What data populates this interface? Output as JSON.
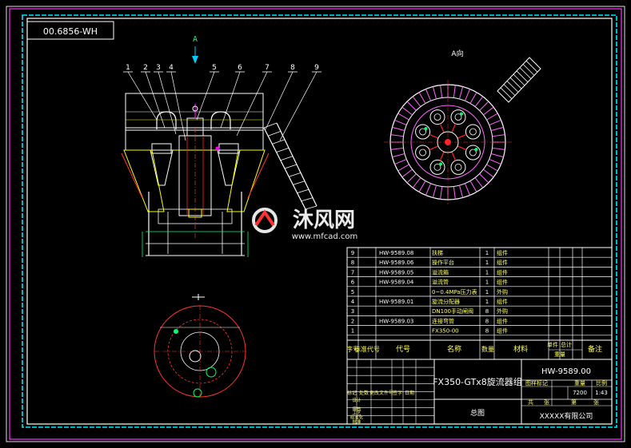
{
  "drawing_code": "HW-9589.00",
  "drawing_code_mirrored": "00.6856-WH",
  "view_label": "A",
  "view_a_title": "A向",
  "callouts": [
    "1",
    "2",
    "3",
    "4",
    "5",
    "6",
    "7",
    "8",
    "9"
  ],
  "bom": {
    "rows": [
      {
        "no": "9",
        "code": "HW-9589.08",
        "name": "扶梯",
        "qty": "1",
        "material": "",
        "note": "组件"
      },
      {
        "no": "8",
        "code": "HW-9589.06",
        "name": "操作平台",
        "qty": "1",
        "material": "",
        "note": "组件"
      },
      {
        "no": "7",
        "code": "HW-9589.05",
        "name": "溢流箱",
        "qty": "1",
        "material": "",
        "note": "组件"
      },
      {
        "no": "6",
        "code": "HW-9589.04",
        "name": "溢流管",
        "qty": "1",
        "material": "",
        "note": "组件"
      },
      {
        "no": "5",
        "code": "",
        "name": "0~0.4MPa压力表",
        "qty": "1",
        "material": "",
        "note": "外购"
      },
      {
        "no": "4",
        "code": "HW-9589.01",
        "name": "旋流分配器",
        "qty": "1",
        "material": "",
        "note": "组件"
      },
      {
        "no": "3",
        "code": "",
        "name": "DN100手动闸阀",
        "qty": "8",
        "material": "",
        "note": "外购"
      },
      {
        "no": "2",
        "code": "HW-9589.03",
        "name": "连接弯管",
        "qty": "8",
        "material": "",
        "note": "组件"
      },
      {
        "no": "1",
        "code": "",
        "name": "FX350-00",
        "qty": "8",
        "material": "",
        "note": "组件"
      }
    ],
    "headers": {
      "no": "序号",
      "std": "标准代号",
      "code": "代号",
      "name": "名称",
      "qty": "数量",
      "material": "材料",
      "unit_top": "单件",
      "unit_bot": "重量",
      "total_top": "总计",
      "total_bot": "重量",
      "note": "备注"
    }
  },
  "title_block": {
    "title": "FX350-GTx8旋流器组",
    "drawing_no": "HW-9589.00",
    "view_name": "总图",
    "company": "XXXXX有限公司",
    "weight": "7200",
    "scale": "1:43",
    "stage_label": "图样标记",
    "sheet_total": "共",
    "sheet_no": "第",
    "zhang": "张",
    "left_labels": [
      "标记",
      "处数",
      "更改文件号",
      "签字",
      "日期"
    ],
    "role_labels": [
      "设计",
      "",
      "审核",
      "工艺",
      "标准化",
      "批准"
    ],
    "weight_label": "重量",
    "scale_label": "比例"
  },
  "watermark": {
    "text": "沐风网",
    "url": "www.mfcad.com"
  }
}
